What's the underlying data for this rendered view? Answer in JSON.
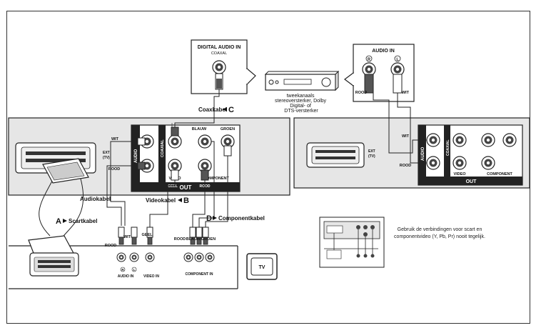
{
  "digital_audio_box": {
    "title": "DIGITAL AUDIO IN",
    "subtitle": "COAXAL"
  },
  "audio_in_box": {
    "title": "AUDIO IN",
    "jack_r": "R",
    "jack_l": "L",
    "rood": "ROOD",
    "wit": "WIT"
  },
  "receiver_caption": [
    "tweekanaals",
    "stereoversterker, Dolby",
    "Digital- of",
    "DTS-versterker"
  ],
  "coax_label": {
    "text": "Coaxkabel",
    "letter": "C"
  },
  "player_left": {
    "wit": "WIT",
    "rood": "ROOD",
    "blauw": "BLAUW",
    "groen": "GROEN",
    "geel": "GEEL",
    "rood2": "ROOD",
    "out": "OUT",
    "video": "VIDEO",
    "component": "COMPONENT",
    "audio": "AUDIO",
    "coaxial": "COAXIAL",
    "ext": "EXT",
    "tv": "(TV)"
  },
  "player_right": {
    "wit": "WIT",
    "rood": "ROOD",
    "out": "OUT",
    "video": "VIDEO",
    "component": "COMPONENT",
    "audio": "AUDIO",
    "coaxial": "COAXIAL",
    "ext": "EXT",
    "tv": "(TV)"
  },
  "cables": {
    "audio": "Audiokabel",
    "video": {
      "text": "Videokabel",
      "letter": "B"
    },
    "component": {
      "text": "Componentkabel",
      "letter": "D"
    },
    "scart": {
      "text": "Scartkabel",
      "letter": "A"
    }
  },
  "tv_panel": {
    "rood": "ROOD",
    "wit": "WIT",
    "geel": "GEEL",
    "rood2": "ROOD",
    "blauw": "BLAUW",
    "groen": "GROEN",
    "audio_in": "AUDIO IN",
    "video_in": "VIDEO IN",
    "component_in": "COMPONENT IN",
    "jack_r": "R",
    "jack_l": "L"
  },
  "tv_label": "TV",
  "note": "Gebruik de verbindingen voor scart en componentvideo (Y, Pb, Pr) nooit tegelijk.",
  "colors": {
    "panel_fill": "#e6e6e6",
    "outline": "#222222",
    "jack_dark": "#333333"
  }
}
